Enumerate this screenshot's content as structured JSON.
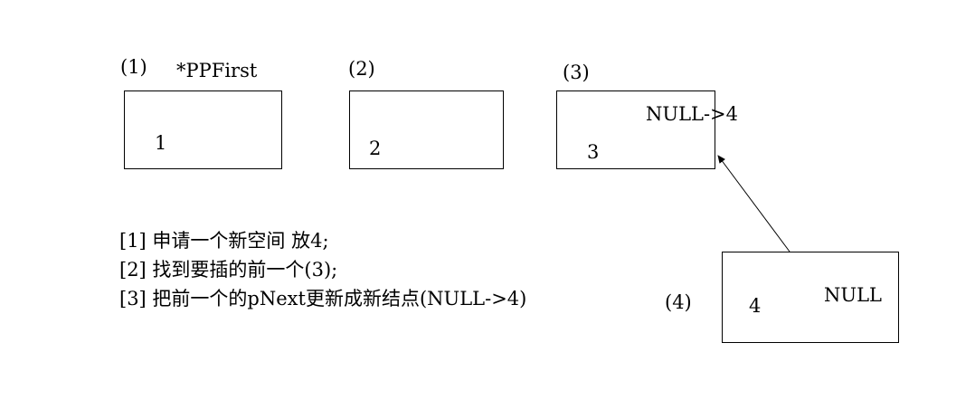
{
  "nodes": [
    {
      "label": "(1)",
      "pointer_label": "*PPFirst",
      "value": "1"
    },
    {
      "label": "(2)",
      "value": "2"
    },
    {
      "label": "(3)",
      "value": "3",
      "next": "NULL->4"
    },
    {
      "label": "(4)",
      "value": "4",
      "next": "NULL"
    }
  ],
  "steps": [
    "[1] 申请一个新空间 放4;",
    "[2] 找到要插的前一个(3);",
    "[3] 把前一个的pNext更新成新结点(NULL->4)"
  ]
}
